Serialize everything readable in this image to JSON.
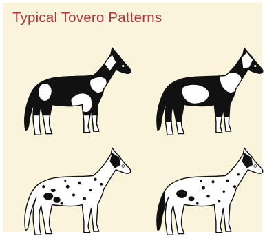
{
  "title": "Typical Tovero Patterns",
  "colors": {
    "background": "#fbf4dd",
    "title": "#b5333c",
    "coat_dark": "#111111",
    "coat_white": "#ffffff"
  },
  "illustrations": [
    {
      "name": "horse-1",
      "pattern": "dark body, white patches"
    },
    {
      "name": "horse-2",
      "pattern": "dark body, white patches"
    },
    {
      "name": "horse-3",
      "pattern": "white body, dark spots"
    },
    {
      "name": "horse-4",
      "pattern": "white body, dark spots"
    }
  ]
}
